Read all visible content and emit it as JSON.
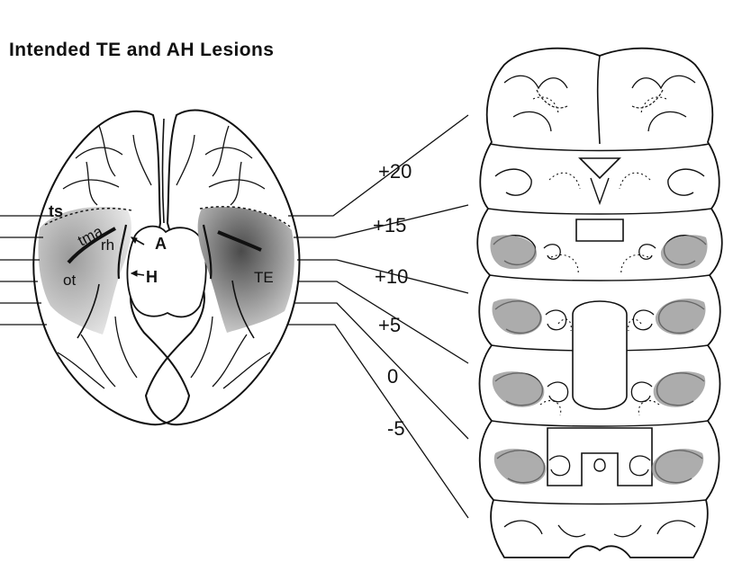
{
  "title": "Intended TE and AH Lesions",
  "labels": {
    "ts": "ts",
    "tma": "tma",
    "rh": "rh",
    "ot": "ot",
    "A": "A",
    "H": "H",
    "TE": "TE"
  },
  "levels": [
    "+20",
    "+15",
    "+10",
    "+5",
    "0",
    "-5"
  ],
  "colors": {
    "ink": "#111111",
    "shade_light": "#bdbdbd",
    "shade_dark": "#6a6a6a",
    "paper": "#ffffff"
  }
}
